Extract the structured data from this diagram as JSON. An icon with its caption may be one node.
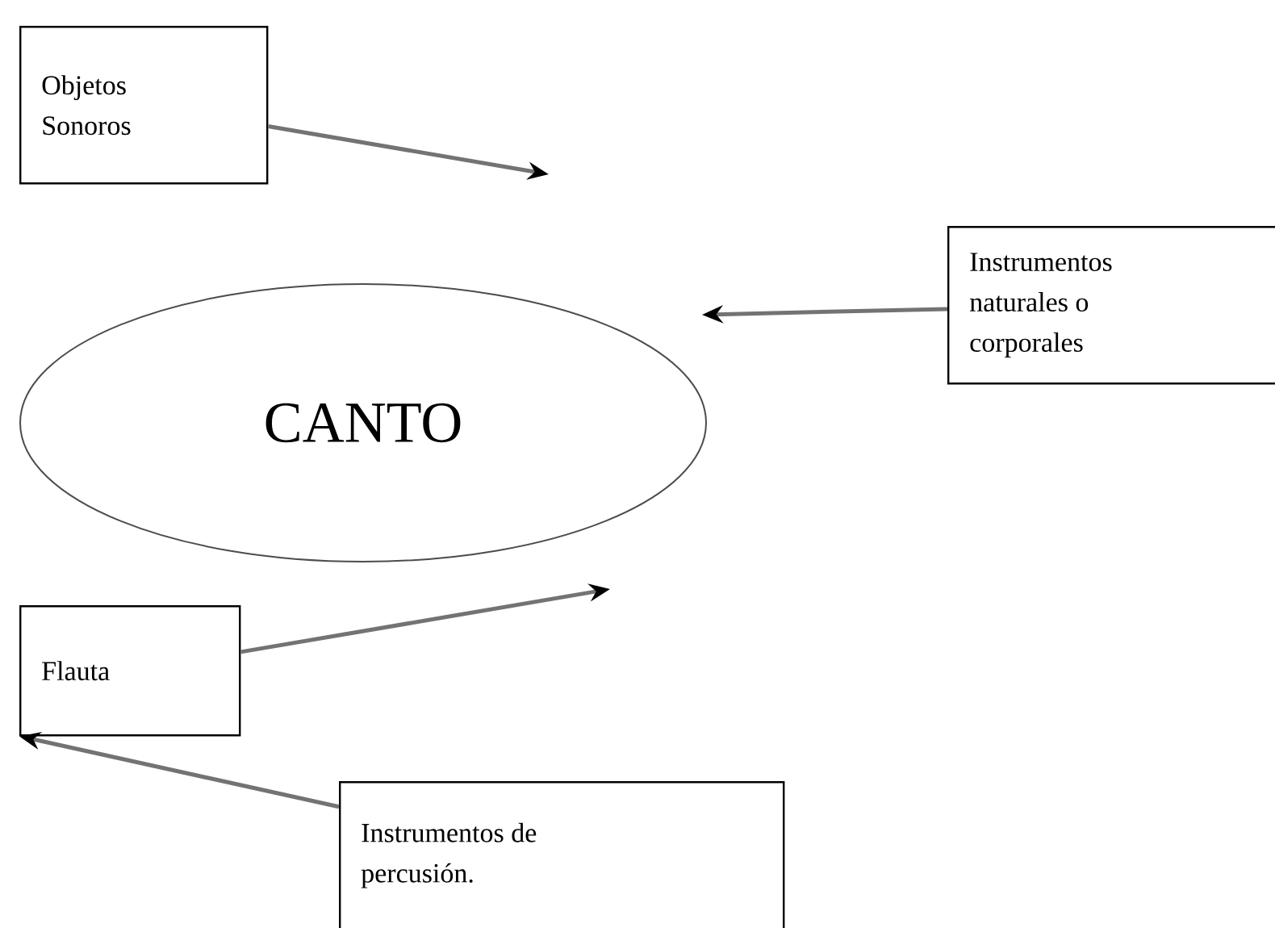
{
  "diagram": {
    "nodes": [
      {
        "text": [
          "Objetos Sonoros"
        ]
      },
      {
        "text": [
          "Instrumentos naturales o corporales"
        ]
      },
      {
        "text": [
          "CANTO"
        ]
      },
      {
        "text": [
          "Flauta"
        ]
      },
      {
        "text": [
          "Instrumentos de percusión."
        ]
      }
    ],
    "edges": [
      {
        "from": 0,
        "to": null,
        "arrow": "to"
      },
      {
        "from": 1,
        "to": null,
        "arrow": "to"
      },
      {
        "from": 3,
        "to": null,
        "arrow": "to"
      },
      {
        "from": 4,
        "to": 3,
        "arrow": "to"
      }
    ]
  }
}
